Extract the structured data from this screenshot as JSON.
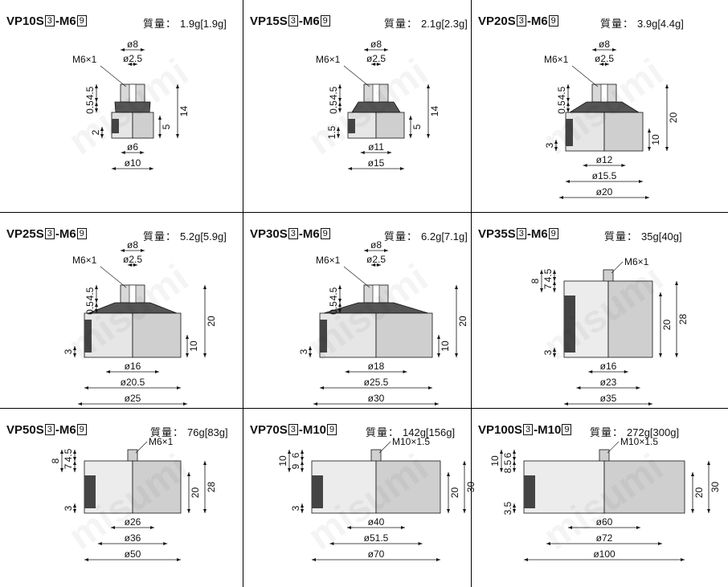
{
  "watermark": "misumi",
  "mass_label": "質量：",
  "cells": [
    {
      "model": "VP10S",
      "opt1": "3",
      "thread_suffix": "-M6",
      "opt2": "9",
      "mass": "1.9g[1.9g]",
      "dims": {
        "top_dia": "ø8",
        "bore_dia": "ø2.5",
        "thread": "M6×1",
        "h1": "4.5",
        "h2": "0.5",
        "h3": "2",
        "h_total": "14",
        "h_side": "5",
        "d1": "ø6",
        "d2": "ø10"
      }
    },
    {
      "model": "VP15S",
      "opt1": "3",
      "thread_suffix": "-M6",
      "opt2": "9",
      "mass": "2.1g[2.3g]",
      "dims": {
        "top_dia": "ø8",
        "bore_dia": "ø2.5",
        "thread": "M6×1",
        "h1": "4.5",
        "h2": "0.5",
        "h3": "1.5",
        "h_total": "14",
        "h_side": "5",
        "d1": "ø11",
        "d2": "ø15"
      }
    },
    {
      "model": "VP20S",
      "opt1": "3",
      "thread_suffix": "-M6",
      "opt2": "9",
      "mass": "3.9g[4.4g]",
      "dims": {
        "top_dia": "ø8",
        "bore_dia": "ø2.5",
        "thread": "M6×1",
        "h1": "4.5",
        "h2": "0.5",
        "h3": "3",
        "h_total": "20",
        "h_side": "10",
        "d1": "ø12",
        "d2": "ø15.5",
        "d3": "ø20"
      }
    },
    {
      "model": "VP25S",
      "opt1": "3",
      "thread_suffix": "-M6",
      "opt2": "9",
      "mass": "5.2g[5.9g]",
      "dims": {
        "top_dia": "ø8",
        "bore_dia": "ø2.5",
        "thread": "M6×1",
        "h1": "4.5",
        "h2": "0.5",
        "h3": "3",
        "h_total": "20",
        "h_side": "10",
        "d1": "ø16",
        "d2": "ø20.5",
        "d3": "ø25"
      }
    },
    {
      "model": "VP30S",
      "opt1": "3",
      "thread_suffix": "-M6",
      "opt2": "9",
      "mass": "6.2g[7.1g]",
      "dims": {
        "top_dia": "ø8",
        "bore_dia": "ø2.5",
        "thread": "M6×1",
        "h1": "4.5",
        "h2": "0.5",
        "h3": "3",
        "h_total": "20",
        "h_side": "10",
        "d1": "ø18",
        "d2": "ø25.5",
        "d3": "ø30"
      }
    },
    {
      "model": "VP35S",
      "opt1": "3",
      "thread_suffix": "-M6",
      "opt2": "9",
      "mass": "35g[40g]",
      "dims": {
        "thread": "M6×1",
        "h1": "4.5",
        "h2": "7",
        "h3": "3",
        "h_top": "8",
        "h_total": "28",
        "h_side": "20",
        "d1": "ø16",
        "d2": "ø23",
        "d3": "ø35"
      }
    },
    {
      "model": "VP50S",
      "opt1": "3",
      "thread_suffix": "-M6",
      "opt2": "9",
      "mass": "76g[83g]",
      "dims": {
        "thread": "M6×1",
        "h1": "4.5",
        "h2": "7",
        "h3": "3",
        "h_top": "8",
        "h_total": "28",
        "h_side": "20",
        "d1": "ø26",
        "d2": "ø36",
        "d3": "ø50"
      }
    },
    {
      "model": "VP70S",
      "opt1": "3",
      "thread_suffix": "-M10",
      "opt2": "9",
      "mass": "142g[156g]",
      "dims": {
        "thread": "M10×1.5",
        "h1": "6",
        "h2": "9",
        "h3": "3",
        "h_top": "10",
        "h_total": "30",
        "h_side": "20",
        "d1": "ø40",
        "d2": "ø51.5",
        "d3": "ø70"
      }
    },
    {
      "model": "VP100S",
      "opt1": "3",
      "thread_suffix": "-M10",
      "opt2": "9",
      "mass": "272g[300g]",
      "dims": {
        "thread": "M10×1.5",
        "h1": "6",
        "h2": "8.5",
        "h3": "3.5",
        "h_top": "10",
        "h_total": "30",
        "h_side": "20",
        "d1": "ø60",
        "d2": "ø72",
        "d3": "ø100"
      }
    }
  ]
}
